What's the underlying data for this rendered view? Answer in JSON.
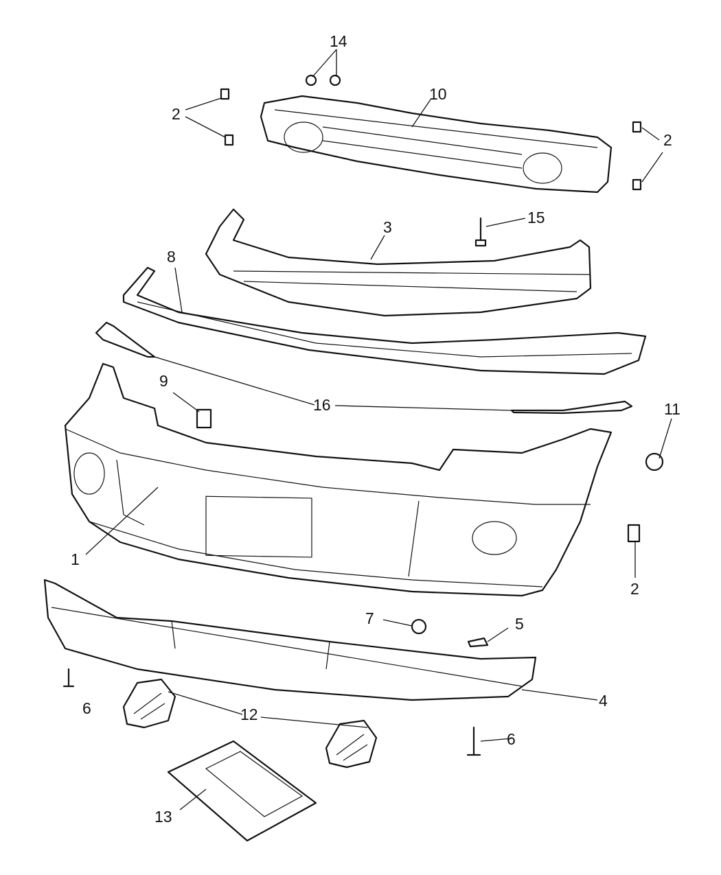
{
  "diagram": {
    "type": "exploded parts diagram",
    "subject": "front bumper fascia assembly",
    "callouts": {
      "fascia": "1",
      "clip_upper_left": "2",
      "clip_upper_right": "2",
      "clip_lower_right": "2",
      "absorber": "3",
      "lower_air_dam": "4",
      "clip_5": "5",
      "screw_left": "6",
      "screw_right": "6",
      "grommet": "7",
      "upper_trim": "8",
      "nut_9": "9",
      "reinforcement": "10",
      "plug": "11",
      "tow_hooks": "12",
      "license_bracket": "13",
      "washers": "14",
      "push_pin": "15",
      "side_strips": "16"
    }
  }
}
